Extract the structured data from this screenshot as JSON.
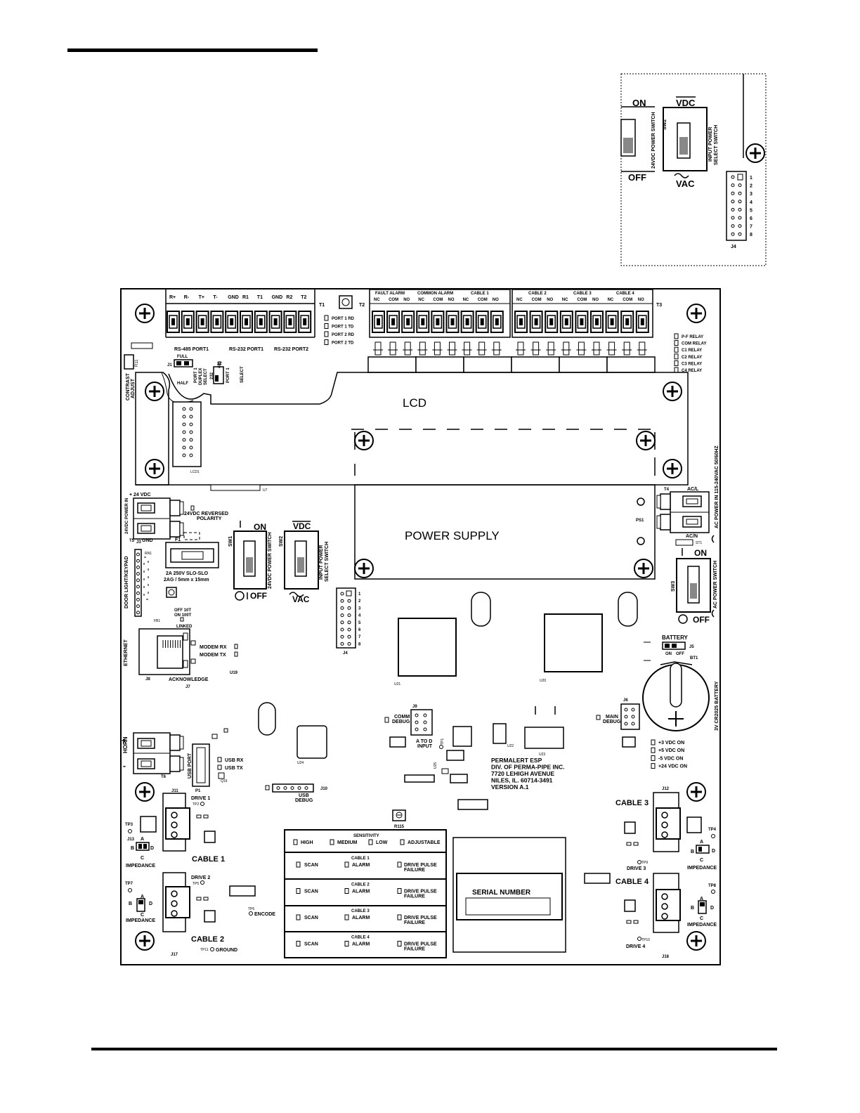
{
  "inset": {
    "on": "ON",
    "off": "OFF",
    "vdc": "VDC",
    "vac": "VAC",
    "sw2": "SW2",
    "power_switch": "24VDC POWER SWITCH",
    "select_switch_1": "INPUT POWER",
    "select_switch_2": "SELECT SWITCH",
    "j4": "J4",
    "pins": [
      "1",
      "2",
      "3",
      "4",
      "5",
      "6",
      "7",
      "8"
    ]
  },
  "top_terminals": {
    "labels": [
      "R+",
      "R-",
      "T+",
      "T-",
      "GND",
      "R1",
      "T1",
      "GND",
      "R2",
      "T2"
    ],
    "t1": "T1",
    "t2": "T2",
    "t3": "T3",
    "rs485": "RS-485 PORT1",
    "rs232_1": "RS-232 PORT1",
    "rs232_2": "RS-232 PORT2",
    "port_leds": [
      "PORT 1 RD",
      "PORT 1 TD",
      "PORT 2 RD",
      "PORT 2 TD"
    ]
  },
  "relay_groups": {
    "fault_alarm": "FAULT ALARM",
    "common_alarm": "COMMON ALARM",
    "cable1": "CABLE 1",
    "cable2": "CABLE 2",
    "cable3": "CABLE 3",
    "cable4": "CABLE 4",
    "nc": "NC",
    "com": "COM",
    "no": "NO"
  },
  "relay_leds": [
    "P-F RELAY",
    "COM RELAY",
    "C1 RELAY",
    "C2 RELAY",
    "C3 RELAY",
    "C4 RELAY"
  ],
  "left": {
    "contrast": "CONTRAST",
    "adjust": "ADJUST",
    "r11": "R11",
    "full": "FULL",
    "half": "HALF",
    "j1": "J1",
    "j2": "J2",
    "port1_duplex": "PORT 1",
    "duplex": "DUPLEX",
    "select": "SELECT",
    "n232": "232",
    "n485": "485",
    "port1": "PORT 1",
    "select2": "SELECT",
    "lcd1": "LCD1",
    "u7": "U7",
    "plus24": "+ 24 VDC",
    "power_in": "24VDC POWER IN",
    "gnd": "GND",
    "t5": "T5",
    "reversed": "24VDC REVERSED",
    "polarity": "POLARITY",
    "f1": "F1",
    "fuse1": "2A 250V SLO-SLO",
    "fuse2": "2AG / 5mm x 15mm",
    "j3": "J3",
    "rn1": "RN1",
    "door_keypad": "DOOR LIGHT/KEYPAD",
    "off10t": "OFF 10T",
    "on100t": "ON 100T",
    "linked": "LINKED",
    "fb1": "FB1",
    "ethernet": "ETHERNET",
    "j8": "J8",
    "j7": "J7",
    "acknowledge": "ACKNOWLEDGE",
    "modem_rx": "MODEM RX",
    "modem_tx": "MODEM TX",
    "u19": "U19"
  },
  "center": {
    "lcd": "LCD",
    "power_supply": "POWER SUPPLY",
    "sw1": "SW1",
    "sw2": "SW2",
    "on": "ON",
    "off": "OFF",
    "vdc": "VDC",
    "vac": "VAC",
    "sw1_label": "24VDC POWER SWITCH",
    "sw2_label1": "INPUT POWER",
    "sw2_label2": "SELECT SWITCH",
    "j4": "J4",
    "pins": [
      "1",
      "2",
      "3",
      "4",
      "5",
      "6",
      "7",
      "8"
    ],
    "u21": "U21",
    "u20": "U20"
  },
  "right": {
    "t4": "T4",
    "acl": "AC/L",
    "acn": "AC/N",
    "ps1": "PS1",
    "st1": "ST1",
    "ac_power_in": "AC POWER IN 115-240VAC 50/60HZ",
    "on": "ON",
    "off": "OFF",
    "sw3": "SW3",
    "ac_switch": "AC POWER SWITCH",
    "battery": "BATTERY",
    "j5": "J5",
    "bat_on": "ON",
    "bat_off": "OFF",
    "bt1": "BT1",
    "battery_label": "3V CR2025 BATTERY",
    "j6": "J6",
    "main": "MAIN",
    "debug": "DEBUG",
    "vdc_leds": [
      "+3 VDC ON",
      "+5 VDC ON",
      "-5 VDC ON",
      "+24 VDC ON"
    ],
    "j12": "J12",
    "cable3": "CABLE 3",
    "tp4": "TP4",
    "drive3": "DRIVE 3",
    "tp9": "TP9",
    "impedance": "IMPEDANCE",
    "a": "A",
    "b": "B",
    "c": "C",
    "d": "D",
    "cable4": "CABLE 4",
    "tp8": "TP8",
    "drive4": "DRIVE 4",
    "tp10": "TP10",
    "j18": "J18"
  },
  "mid": {
    "j9": "J9",
    "comm": "COMM",
    "debug": "DEBUG",
    "a_to_d": "A TO D",
    "input": "INPUT",
    "tp1": "TP1",
    "u24": "U24",
    "u22": "U22",
    "u23": "U23",
    "u25": "U25",
    "maker": [
      "PERMALERT ESP",
      "DIV. OF PERMA-PIPE INC.",
      "7720 LEHIGH AVENUE",
      "NILES, IL.  60714-3491",
      "VERSION A.1"
    ],
    "usb_rx": "USB RX",
    "usb_tx": "USB TX",
    "usb_port": "USB PORT",
    "p1": "P1",
    "q19": "Q19",
    "j10": "J10",
    "usb": "USB",
    "usb_debug": "DEBUG",
    "r115": "R115",
    "horn": "HORN",
    "t6": "T6",
    "plus": "+",
    "minus": "-"
  },
  "lower_left": {
    "j11": "J11",
    "drive1": "DRIVE 1",
    "tp2": "TP2",
    "tp3": "TP3",
    "j13": "J13",
    "cable1": "CABLE 1",
    "impedance": "IMPEDANCE",
    "a": "A",
    "b": "B",
    "c": "C",
    "d": "D",
    "drive2": "DRIVE 2",
    "tp5": "TP5",
    "tp7": "TP7",
    "cable2": "CABLE 2",
    "j17": "J17",
    "tp6": "TP6",
    "encode": "ENCODE",
    "tp11": "TP11",
    "ground": "GROUND"
  },
  "status_panel": {
    "sensitivity": "SENSITIVITY",
    "levels": [
      "HIGH",
      "MEDIUM",
      "LOW",
      "ADJUSTABLE"
    ],
    "rows": [
      {
        "title": "CABLE 1",
        "scan": "SCAN",
        "alarm": "ALARM",
        "drive1": "DRIVE PULSE",
        "drive2": "FAILURE"
      },
      {
        "title": "CABLE 2",
        "scan": "SCAN",
        "alarm": "ALARM",
        "drive1": "DRIVE PULSE",
        "drive2": "FAILURE"
      },
      {
        "title": "CABLE 3",
        "scan": "SCAN",
        "alarm": "ALARM",
        "drive1": "DRIVE PULSE",
        "drive2": "FAILURE"
      },
      {
        "title": "CABLE 4",
        "scan": "SCAN",
        "alarm": "ALARM",
        "drive1": "DRIVE PULSE",
        "drive2": "FAILURE"
      }
    ]
  },
  "serial": "SERIAL NUMBER"
}
